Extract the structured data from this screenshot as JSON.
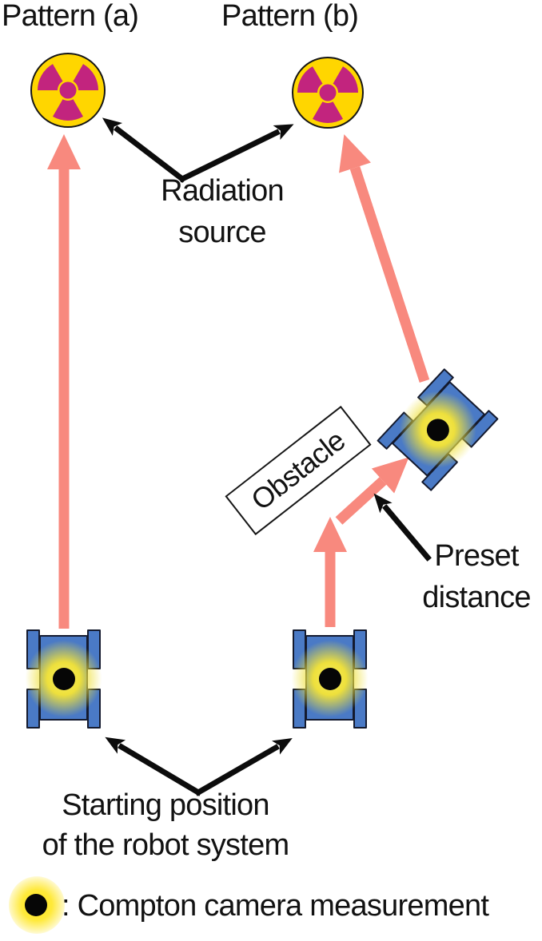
{
  "title": "Robot radiation-search patterns diagram",
  "labels": {
    "pattern_a": "Pattern (a)",
    "pattern_b": "Pattern (b)",
    "radiation_source": "Radiation\nsource",
    "obstacle": "Obstacle",
    "preset_distance": "Preset\ndistance",
    "starting_position": "Starting position\nof the robot system",
    "legend": ": Compton camera measurement"
  },
  "icons": {
    "radiation_source": "radiation-trefoil-icon",
    "robot": "robot-rover-icon",
    "compton_measurement": "yellow-glow-black-dot-icon",
    "path_arrow": "pink-arrow",
    "annotation_arrow": "black-arrow"
  },
  "colors": {
    "arrow_pink": "#f8897e",
    "arrow_black": "#0c0c0c",
    "robot_blue": "#4a7ac6",
    "glow_yellow": "#eee03c",
    "source_yellow": "#ffd600",
    "source_magenta": "#c2247e"
  }
}
